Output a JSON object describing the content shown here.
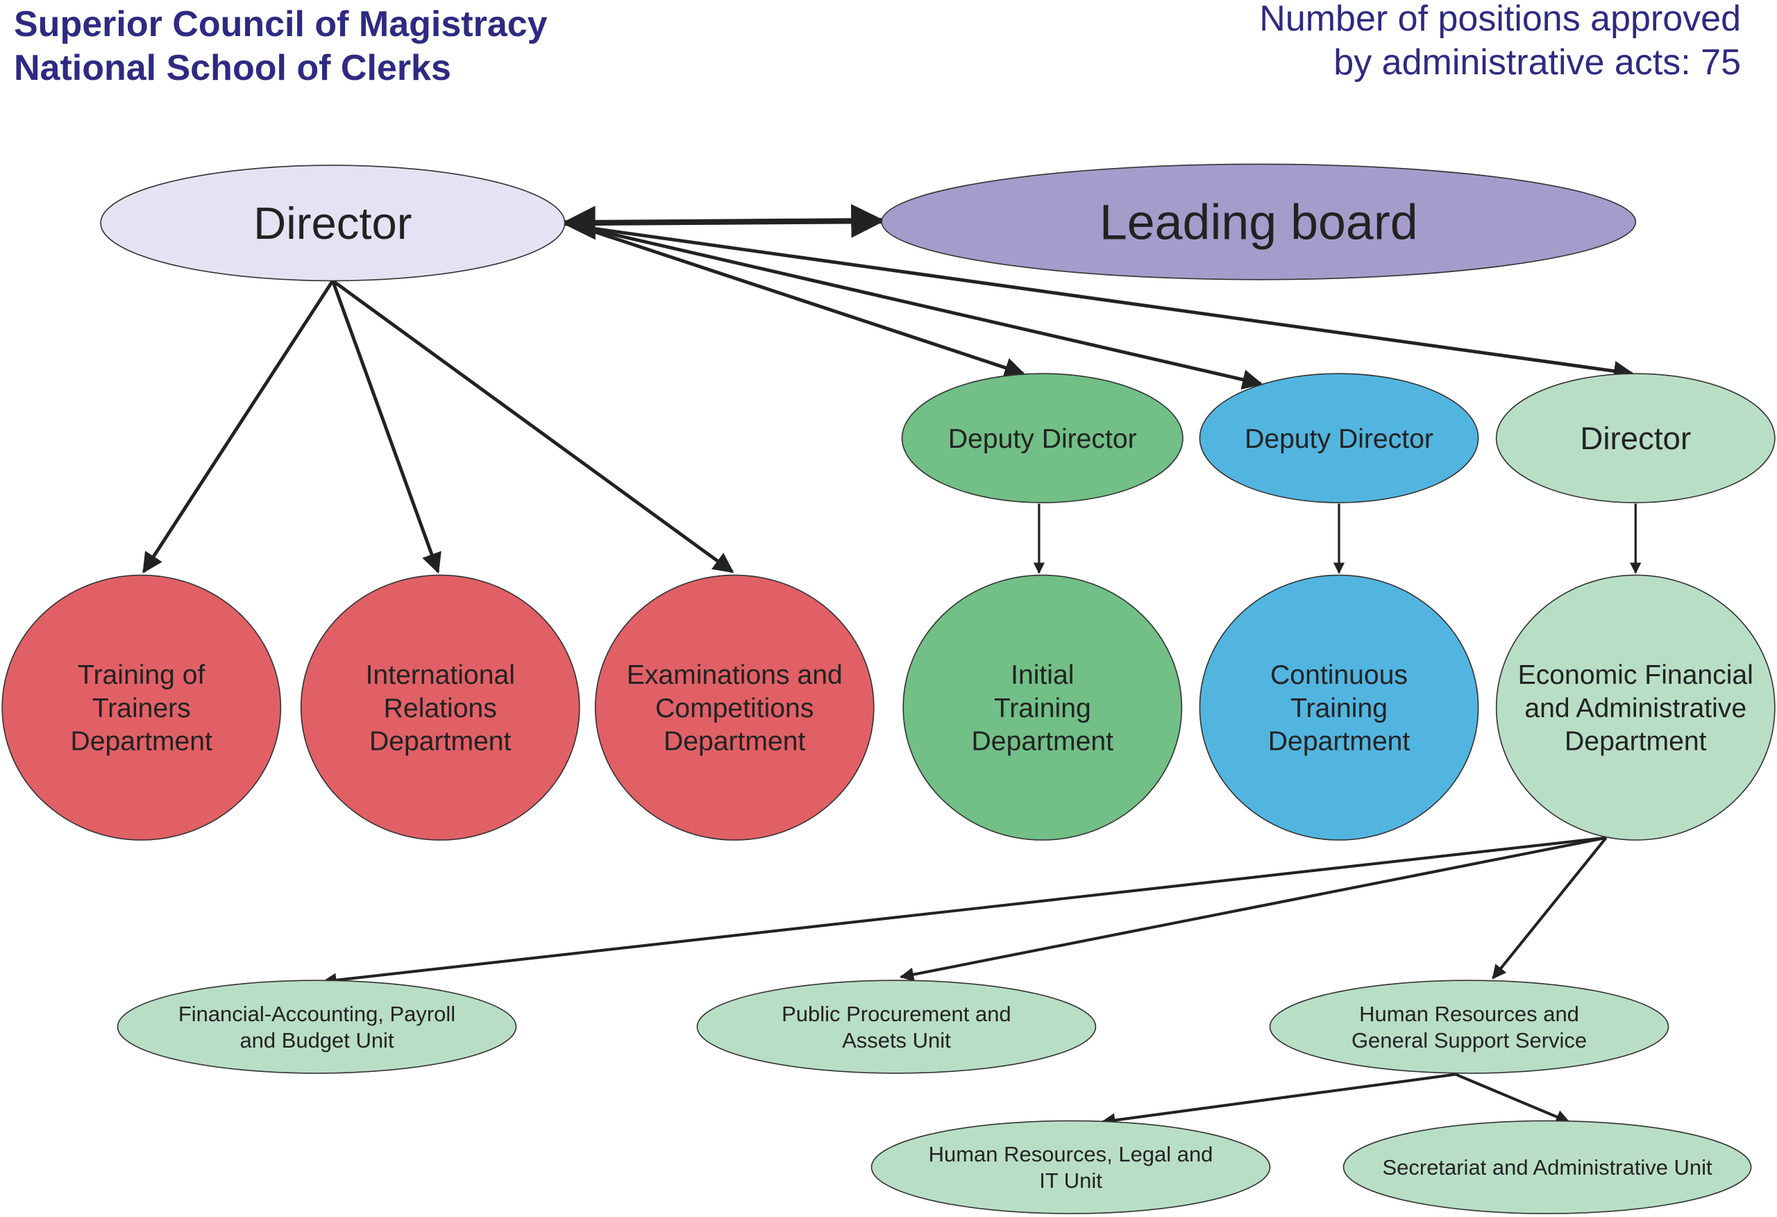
{
  "header": {
    "org_line1": "Superior Council of Magistracy",
    "org_line2": "National School of Clerks",
    "positions_line1": "Number of positions approved",
    "positions_line2": "by administrative acts: 75"
  },
  "colors": {
    "header_text": "#2e2a82",
    "director": "#e4e3f3",
    "leading_board": "#a59ccc",
    "department_red": "#e06066",
    "initial_green": "#72bf87",
    "continuous_blue": "#52b5e0",
    "admin_light_green": "#b9dec6"
  },
  "nodes": {
    "director": [
      "Director"
    ],
    "leading_board": [
      "Leading board"
    ],
    "deputy_director_1": [
      "Deputy Director"
    ],
    "deputy_director_2": [
      "Deputy Director"
    ],
    "director_2": [
      "Director"
    ],
    "training_of_trainers": [
      "Training of",
      "Trainers",
      "Department"
    ],
    "international_relations": [
      "International",
      "Relations",
      "Department"
    ],
    "examinations": [
      "Examinations and",
      "Competitions",
      "Department"
    ],
    "initial_training": [
      "Initial",
      "Training",
      "Department"
    ],
    "continuous_training": [
      "Continuous",
      "Training",
      "Department"
    ],
    "economic_financial": [
      "Economic Financial",
      "and Administrative",
      "Department"
    ],
    "financial_accounting": [
      "Financial-Accounting, Payroll",
      "and Budget Unit"
    ],
    "public_procurement": [
      "Public Procurement and",
      "Assets Unit"
    ],
    "human_resources_service": [
      "Human Resources and",
      "General Support Service"
    ],
    "hr_legal_it": [
      "Human Resources, Legal and",
      "IT Unit"
    ],
    "secretariat": [
      "Secretariat and Administrative Unit"
    ]
  }
}
